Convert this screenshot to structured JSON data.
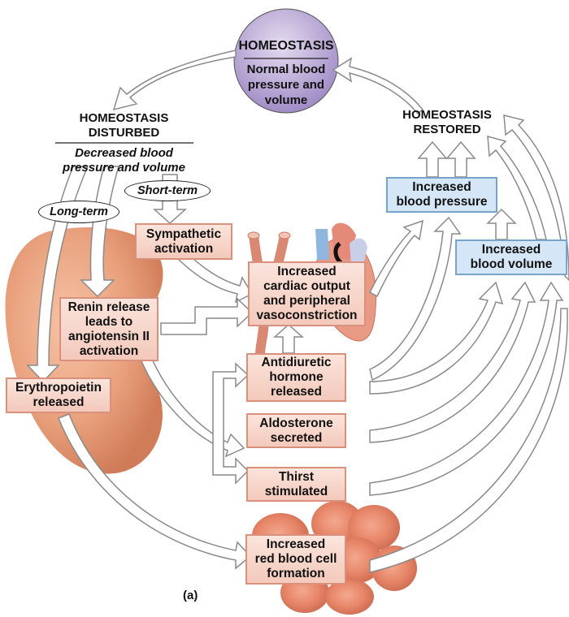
{
  "homeostasis": {
    "title": "HOMEOSTASIS",
    "subtitle_lines": [
      "Normal blood",
      "pressure and",
      "volume"
    ]
  },
  "disturbed": {
    "title_lines": [
      "HOMEOSTASIS",
      "DISTURBED"
    ],
    "subtitle_lines": [
      "Decreased blood",
      "pressure and volume"
    ]
  },
  "restored": {
    "title_lines": [
      "HOMEOSTASIS",
      "RESTORED"
    ]
  },
  "pathways": {
    "short_term": "Short-term",
    "long_term": "Long-term"
  },
  "boxes": {
    "sympathetic": [
      "Sympathetic",
      "activation"
    ],
    "cardiac": [
      "Increased",
      "cardiac output",
      "and peripheral",
      "vasoconstriction"
    ],
    "renin": [
      "Renin release",
      "leads to",
      "angiotensin II",
      "activation"
    ],
    "erythropoietin": [
      "Erythropoietin",
      "released"
    ],
    "adh": [
      "Antidiuretic",
      "hormone",
      "released"
    ],
    "aldosterone": [
      "Aldosterone",
      "secreted"
    ],
    "thirst": [
      "Thirst",
      "stimulated"
    ],
    "rbc": [
      "Increased",
      "red blood cell",
      "formation"
    ],
    "bp": [
      "Increased",
      "blood pressure"
    ],
    "bv": [
      "Increased",
      "blood volume"
    ]
  },
  "panel_label": "(a)",
  "colors": {
    "effect_box_fill": "#f3c9bb",
    "effect_box_border": "#d9907d",
    "outcome_box_fill": "#d5e6f6",
    "outcome_box_border": "#7aa3c8",
    "homeostasis_circle": "#b9a6d6",
    "arrow_stroke": "#8a8a8a",
    "kidney": "#e9a07c",
    "rbc": "#e8876a"
  }
}
